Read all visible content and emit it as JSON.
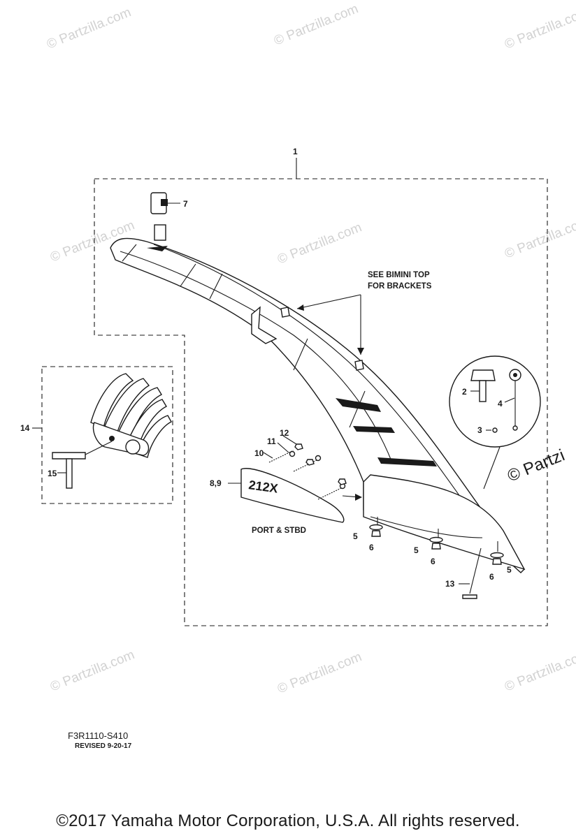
{
  "watermarks": {
    "text": "© Partzilla.com",
    "edge_text": "© Partzi"
  },
  "callouts": {
    "c1": "1",
    "c2": "2",
    "c3": "3",
    "c4": "4",
    "c5a": "5",
    "c5b": "5",
    "c5c": "5",
    "c6a": "6",
    "c6b": "6",
    "c6c": "6",
    "c7": "7",
    "c89": "8,9",
    "c10": "10",
    "c11": "11",
    "c12": "12",
    "c13": "13",
    "c14": "14",
    "c15": "15"
  },
  "notes": {
    "bimini_line1": "SEE BIMINI TOP",
    "bimini_line2": "FOR BRACKETS",
    "port_stbd": "PORT & STBD",
    "badge": "212X"
  },
  "footer": {
    "code": "F3R1110-S410",
    "revised": "REVISED 9-20-17",
    "copyright": "©2017  Yamaha Motor Corporation, U.S.A. All rights reserved."
  }
}
